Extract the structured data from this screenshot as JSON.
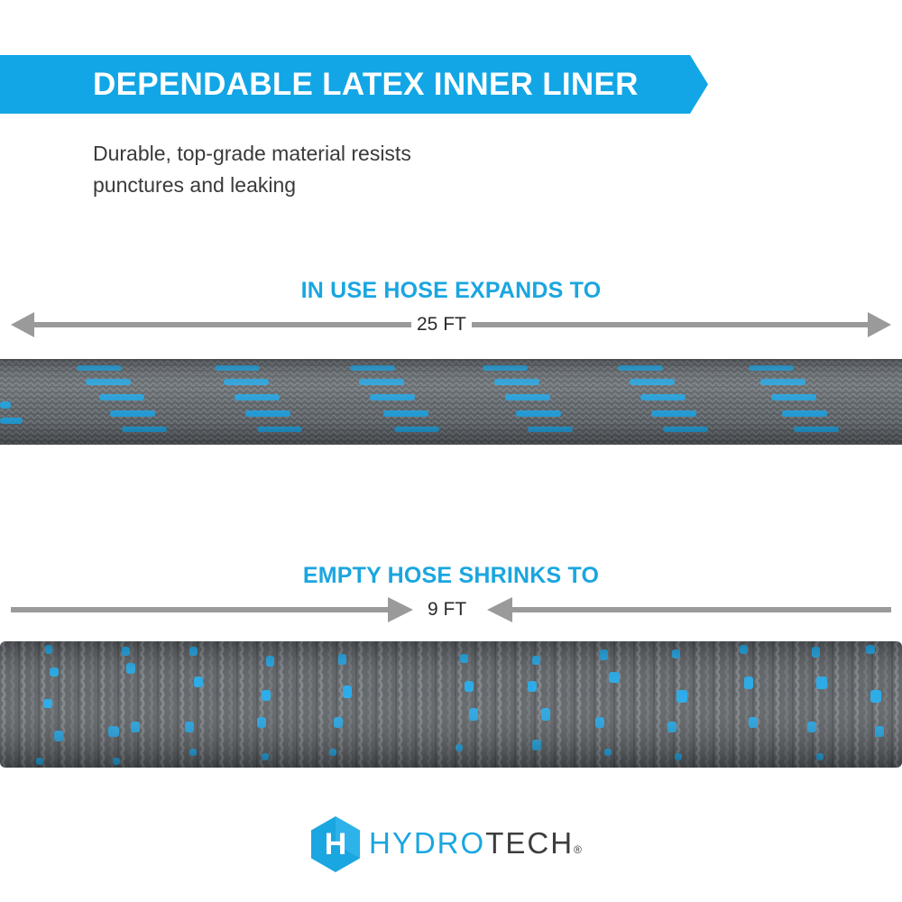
{
  "banner": {
    "title": "DEPENDABLE LATEX INNER LINER",
    "color": "#12a6e6"
  },
  "subtitle": {
    "line1": "Durable, top-grade material resists",
    "line2": "punctures and leaking"
  },
  "expanded": {
    "label": "IN USE HOSE EXPANDS TO",
    "length": "25 FT",
    "arrow_color": "#9a9a9a"
  },
  "contracted": {
    "label": "EMPTY HOSE SHRINKS TO",
    "length": "9 FT",
    "arrow_color": "#9a9a9a"
  },
  "hose": {
    "base_color": "#5e6469",
    "accent_color": "#1ea7e8"
  },
  "logo": {
    "icon_letter": "H",
    "word_part1": "HYDRO",
    "word_part2": "TECH",
    "registered": "®",
    "primary_color": "#1aa6e0",
    "secondary_color": "#3d3d3d"
  }
}
